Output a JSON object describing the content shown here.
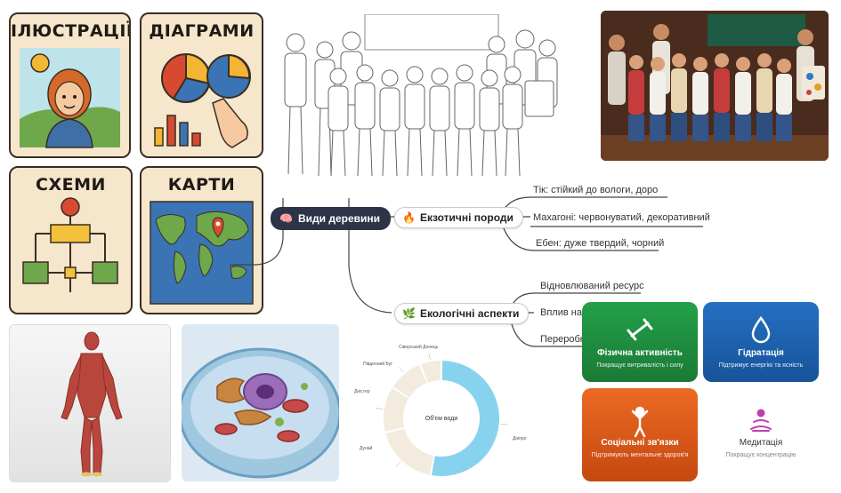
{
  "cards": [
    {
      "title": "ІЛЮСТРАЦІЇ"
    },
    {
      "title": "ДІАГРАМИ"
    },
    {
      "title": "СХЕМИ"
    },
    {
      "title": "КАРТИ"
    }
  ],
  "mindmap": {
    "root": "Види деревини",
    "branches": [
      {
        "label": "Екзотичні породи",
        "items": [
          "Тік: стійкий до вологи, доро",
          "Махагоні: червонуватий, декоративний",
          "Ебен: дуже твердий, чорний"
        ]
      },
      {
        "label": "Екологічні аспекти",
        "items": [
          "Відновлюваний ресурс",
          "Вплив на",
          "Переробк"
        ]
      }
    ]
  },
  "tiles": [
    {
      "title": "Фізична активність",
      "subtitle": "Покращує витривалість і силу",
      "color": "#1e8a3c",
      "icon": "dumbbell-icon"
    },
    {
      "title": "Гідратація",
      "subtitle": "Підтримує енергію та ясність",
      "color": "#1c5fa8",
      "icon": "water-drop-icon"
    },
    {
      "title": "Соціальні зв'язки",
      "subtitle": "Підтримують ментальне здоров'я",
      "color": "#d8561a",
      "icon": "person-cheer-icon"
    },
    {
      "title": "Медитація",
      "subtitle": "Покращує концентрацію",
      "color": "#ffffff",
      "icon": "meditation-icon"
    }
  ],
  "chart_data": {
    "type": "pie",
    "title": "Об'єм води",
    "categories": [
      "Дніпро",
      "Дунай",
      "Дністер",
      "Південний Буг",
      "Сіверський Донець"
    ],
    "values": [
      53,
      18,
      13,
      10,
      6
    ],
    "colors": [
      "#87d3ef",
      "#f2ebde",
      "#f2ebde",
      "#f2ebde",
      "#f2ebde"
    ]
  }
}
